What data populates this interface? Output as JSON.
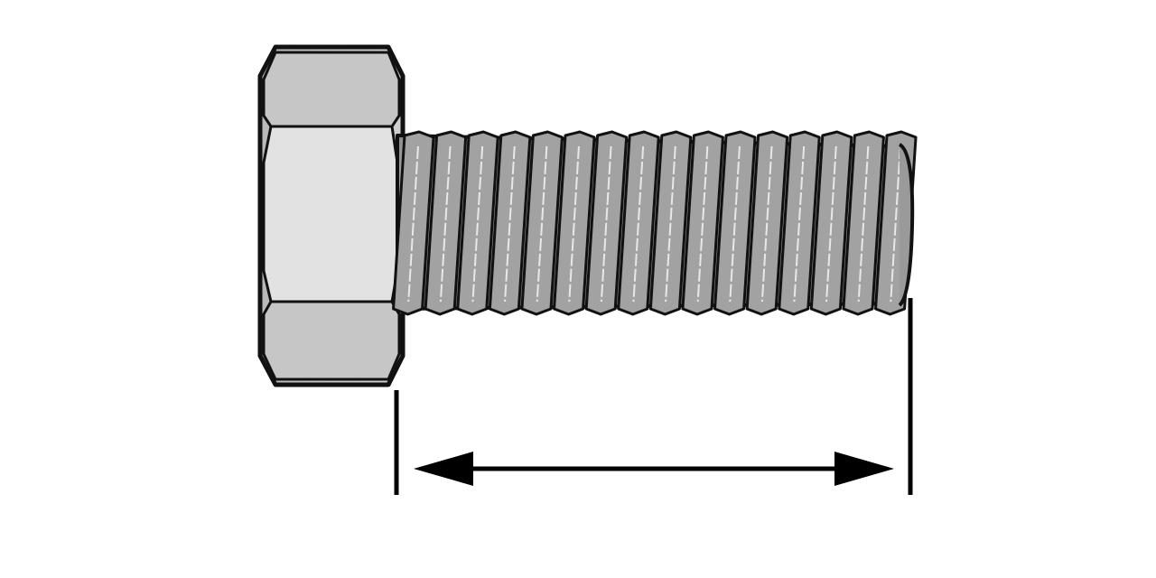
{
  "diagram": {
    "subject": "hex-bolt",
    "measurement": "bolt-length",
    "thread_crests": 16,
    "colors": {
      "background": "#ffffff",
      "outline": "#111111",
      "head_face": "#bdbdbd",
      "head_center": "#e2e2e2",
      "shank": "#a9a9a9",
      "thread_highlight": "#e8e8e8",
      "dimension_line": "#000000"
    }
  }
}
